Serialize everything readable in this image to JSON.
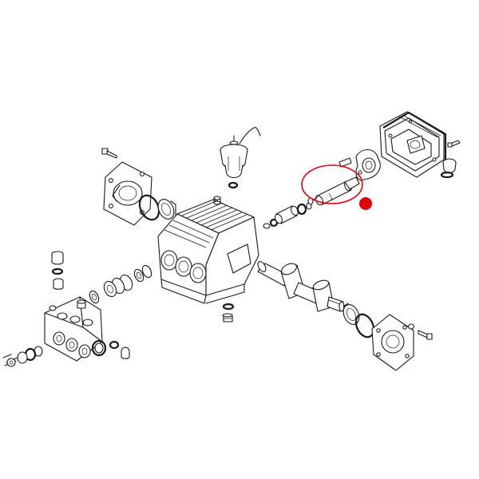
{
  "diagram": {
    "type": "exploded-parts-view",
    "highlight": {
      "shape": "ellipse",
      "marker": "dot",
      "color": "#e3000f"
    },
    "line_color": "#1a1a1a",
    "background": "#ffffff"
  }
}
